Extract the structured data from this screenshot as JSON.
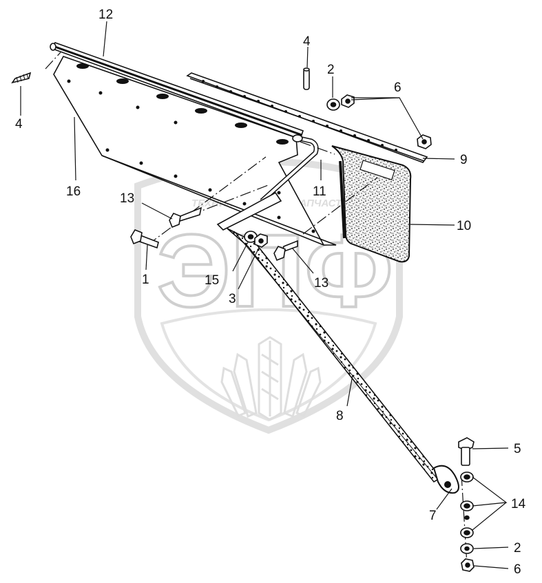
{
  "watermark": {
    "logo_text": "ЭПФ",
    "left_text": "ТЕХНИКА",
    "right_text": "ЗАПЧАСТИ"
  },
  "callouts": [
    {
      "id": "c12",
      "label": "12"
    },
    {
      "id": "c4a",
      "label": "4"
    },
    {
      "id": "c4b",
      "label": "4"
    },
    {
      "id": "c2a",
      "label": "2"
    },
    {
      "id": "c6a",
      "label": "6"
    },
    {
      "id": "c9",
      "label": "9"
    },
    {
      "id": "c16",
      "label": "16"
    },
    {
      "id": "c11",
      "label": "11"
    },
    {
      "id": "c13a",
      "label": "13"
    },
    {
      "id": "c10",
      "label": "10"
    },
    {
      "id": "c1",
      "label": "1"
    },
    {
      "id": "c15",
      "label": "15"
    },
    {
      "id": "c3",
      "label": "3"
    },
    {
      "id": "c13b",
      "label": "13"
    },
    {
      "id": "c8",
      "label": "8"
    },
    {
      "id": "c5",
      "label": "5"
    },
    {
      "id": "c14",
      "label": "14"
    },
    {
      "id": "c7",
      "label": "7"
    },
    {
      "id": "c2b",
      "label": "2"
    },
    {
      "id": "c6b",
      "label": "6"
    }
  ]
}
